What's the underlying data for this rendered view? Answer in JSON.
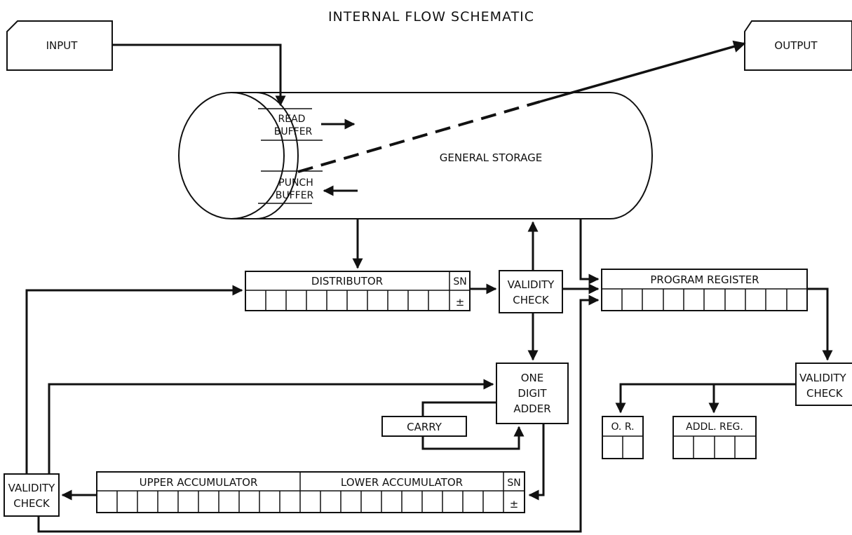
{
  "diagram": {
    "title": "INTERNAL FLOW SCHEMATIC",
    "input": "INPUT",
    "output": "OUTPUT",
    "general_storage": "GENERAL STORAGE",
    "read_buffer": [
      "READ",
      "BUFFER"
    ],
    "punch_buffer": [
      "PUNCH",
      "BUFFER"
    ],
    "distributor": "DISTRIBUTOR",
    "sn": "SN",
    "sign_plus_minus": "±",
    "validity_check": [
      "VALIDITY",
      "CHECK"
    ],
    "program_register": "PROGRAM REGISTER",
    "one_digit_adder": [
      "ONE",
      "DIGIT",
      "ADDER"
    ],
    "carry": "CARRY",
    "upper_accumulator": "UPPER ACCUMULATOR",
    "lower_accumulator": "LOWER ACCUMULATOR",
    "operation_register": "O. R.",
    "address_register": "ADDL. REG."
  },
  "colors": {
    "line": "#111111",
    "background": "#ffffff"
  }
}
